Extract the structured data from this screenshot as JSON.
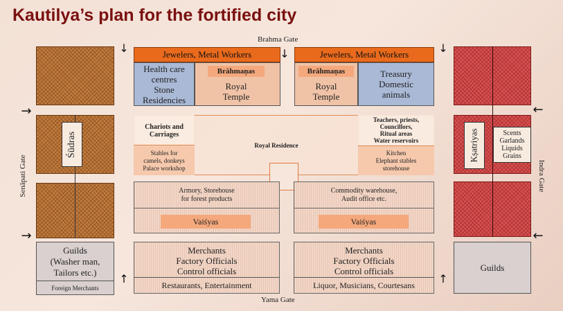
{
  "title": "Kautilya’s plan for the fortified city",
  "gates": {
    "top": "Brahma Gate",
    "bottom": "Yama Gate",
    "left": "Senāpati Gate",
    "right": "Indra Gate"
  },
  "top_left": {
    "header": "Jewelers, Metal Workers",
    "left_text": [
      "Health care",
      "centres",
      "Stone",
      "Residencies"
    ],
    "tag": "Brāhmaṇas",
    "right_text": [
      "Royal",
      "Temple"
    ]
  },
  "top_right": {
    "header": "Jewelers, Metal Workers",
    "tag": "Brāhmaṇas",
    "left_text": [
      "Royal",
      "Temple"
    ],
    "right_text": [
      "Treasury",
      "Domestic",
      "animals"
    ]
  },
  "center": {
    "chariots": [
      "Chariots and",
      "Carriages"
    ],
    "stables": [
      "Stables for",
      "camels, donkeys",
      "Palace workshop"
    ],
    "royal": "Royal Residence",
    "teachers": [
      "Teachers, priests,",
      "Councillors,",
      "Ritual areas",
      "Water reservoirs"
    ],
    "kitchen": [
      "Kitchen",
      "Elephant stables",
      "storehouse"
    ]
  },
  "middle_left": {
    "text": [
      "Armory, Storehouse",
      "for forest products"
    ],
    "tag": "Vaiśyas"
  },
  "middle_right": {
    "text": [
      "Commodity warehouse,",
      "Audit office etc."
    ],
    "tag": "Vaiśyas"
  },
  "left_side": {
    "label": "Śūdras"
  },
  "right_side": {
    "label": "Kṣatriyas",
    "items": [
      "Scents",
      "Garlands",
      "Liquids",
      "Grains"
    ]
  },
  "bottom": {
    "guilds_left": [
      "Guilds",
      "(Washer man,",
      "Tailors etc.)"
    ],
    "foreign": "Foreign Merchants",
    "merchants_left": [
      "Merchants",
      "Factory Officials",
      "Control officials"
    ],
    "restaurants": "Restaurants, Entertainment",
    "merchants_right": [
      "Merchants",
      "Factory Officials",
      "Control officials"
    ],
    "liquor": "Liquor, Musicians, Courtesans",
    "guilds_right": "Guilds"
  },
  "colors": {
    "title": "#7a1010",
    "orange_header": "#e96a1c",
    "blue": "#a9b9d6",
    "brown_block": "#c07b3c",
    "red_block": "#d65050"
  }
}
